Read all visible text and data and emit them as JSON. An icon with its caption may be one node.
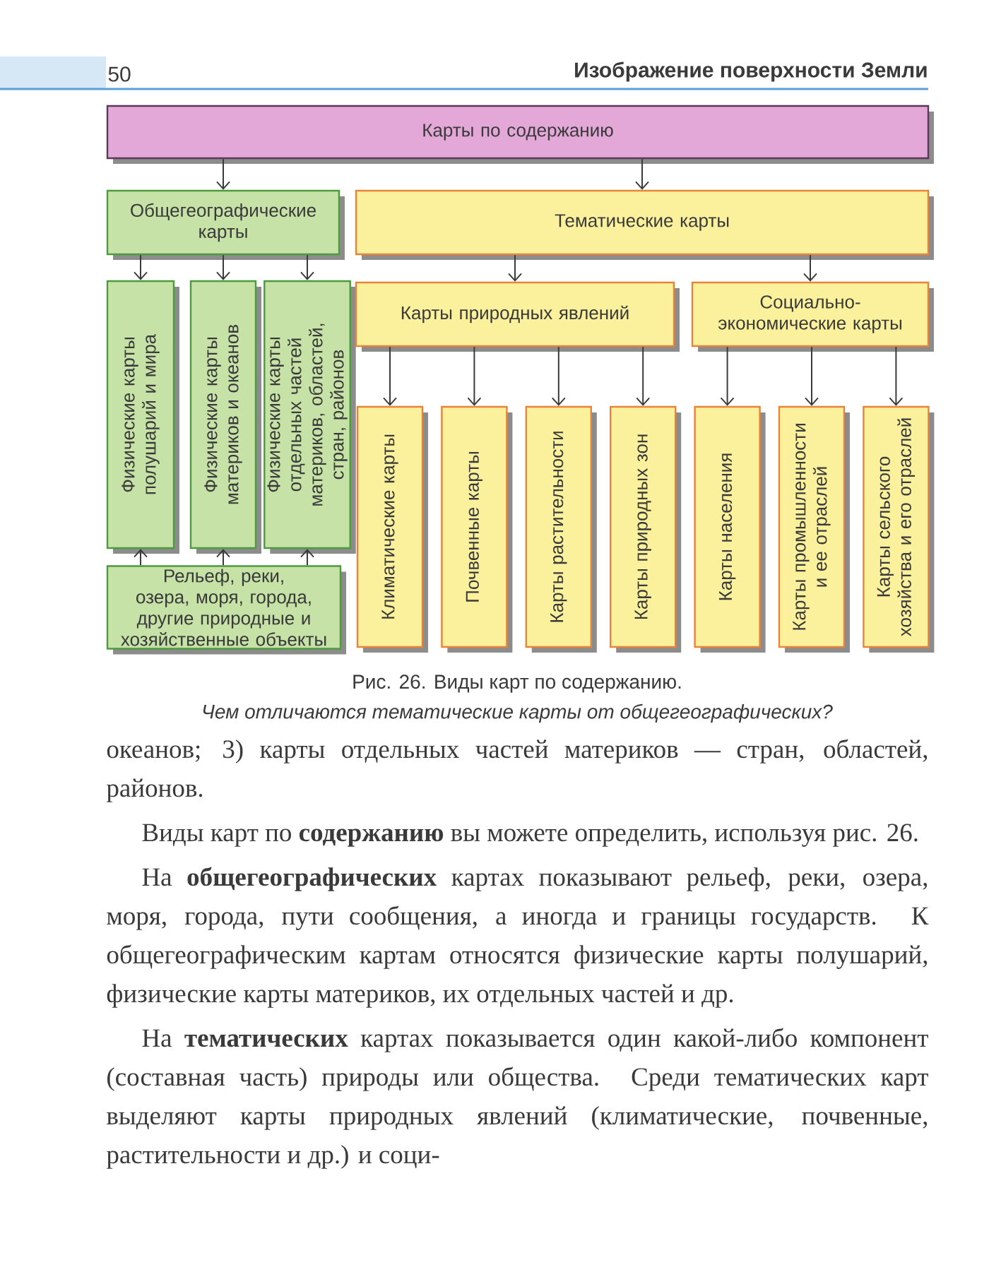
{
  "diagram": {
    "caption": "Рис. 26. Виды карт по содержанию.",
    "nodes": [
      {
        "text": [
          "Карты по содержанию"
        ]
      },
      {
        "text": [
          "Общегеографические карты"
        ]
      },
      {
        "text": [
          "Тематические карты"
        ]
      },
      {
        "text": [
          "Физические карты полушарий и мира"
        ]
      },
      {
        "text": [
          "Физические карты материков и океанов"
        ]
      },
      {
        "text": [
          "Физические карты отдельных частей материков, областей, стран, районов"
        ]
      },
      {
        "text": [
          "Рельеф, реки, озера, моря, города, другие природные и хозяйственные объекты"
        ]
      },
      {
        "text": [
          "Карты природных явлений"
        ]
      },
      {
        "text": [
          "Социально-экономические карты"
        ]
      },
      {
        "text": [
          "Климатические карты"
        ]
      },
      {
        "text": [
          "Почвенные карты"
        ]
      },
      {
        "text": [
          "Карты растительности"
        ]
      },
      {
        "text": [
          "Карты природных зон"
        ]
      },
      {
        "text": [
          "Карты населения"
        ]
      },
      {
        "text": [
          "Карты промышленности и ее отраслей"
        ]
      },
      {
        "text": [
          "Карты сельского хозяйства и его отраслей"
        ]
      }
    ],
    "edges": [
      {
        "from": 0,
        "to": 1,
        "arrow": "to"
      },
      {
        "from": 0,
        "to": 2,
        "arrow": "to"
      },
      {
        "from": 1,
        "to": 3,
        "arrow": "to"
      },
      {
        "from": 1,
        "to": 4,
        "arrow": "to"
      },
      {
        "from": 1,
        "to": 5,
        "arrow": "to"
      },
      {
        "from": 6,
        "to": 3,
        "arrow": "to"
      },
      {
        "from": 6,
        "to": 4,
        "arrow": "to"
      },
      {
        "from": 6,
        "to": 5,
        "arrow": "to"
      },
      {
        "from": 2,
        "to": 7,
        "arrow": "to"
      },
      {
        "from": 2,
        "to": 8,
        "arrow": "to"
      },
      {
        "from": 7,
        "to": 9,
        "arrow": "to"
      },
      {
        "from": 7,
        "to": 10,
        "arrow": "to"
      },
      {
        "from": 7,
        "to": 11,
        "arrow": "to"
      },
      {
        "from": 7,
        "to": 12,
        "arrow": "to"
      },
      {
        "from": 8,
        "to": 13,
        "arrow": "to"
      },
      {
        "from": 8,
        "to": 14,
        "arrow": "to"
      },
      {
        "from": 8,
        "to": 15,
        "arrow": "to"
      }
    ],
    "labels": [
      "50",
      "Изображение поверхности Земли",
      "Чем отличаются тематические карты от общегеографических?",
      "океанов; 3) карты отдельных частей материков — стран, областей, районов.",
      "Виды карт по **содержанию** вы можете определить, используя рис. 26.",
      "На **общегеографических** картах показывают рельеф, реки, озера, моря, города, пути сообщения, а иногда и границы государств. К общегеографическим картам относятся физические карты полушарий, физические карты материков, их отдельных частей и др.",
      "На **тематических** картах показывается один какой-либо компонент (составная часть) природы или общества. Среди тематических карт выделяют карты природных явлений (климатические, почвенные, растительности и др.) и соци-"
    ]
  }
}
